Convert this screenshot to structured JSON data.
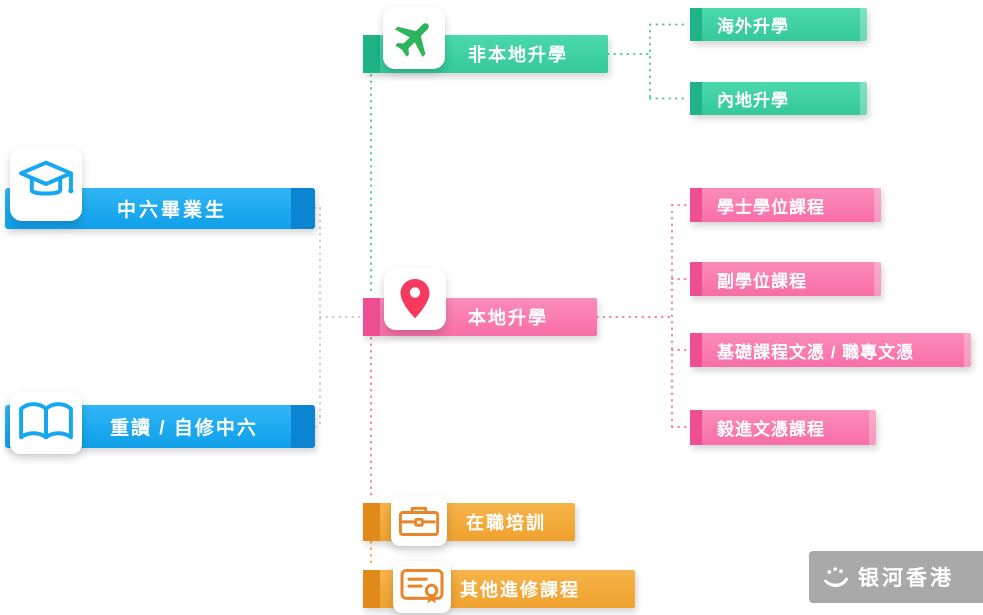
{
  "left": {
    "s6": {
      "label": "中六畢業生"
    },
    "repeat": {
      "label": "重讀 / 自修中六"
    }
  },
  "mid": {
    "nonlocal": {
      "label": "非本地升學"
    },
    "local": {
      "label": "本地升學"
    },
    "training": {
      "label": "在職培訓"
    },
    "other": {
      "label": "其他進修課程"
    }
  },
  "right": {
    "overseas": {
      "label": "海外升學"
    },
    "mainland": {
      "label": "內地升學"
    },
    "bachelor": {
      "label": "學士學位課程"
    },
    "subdegree": {
      "label": "副學位課程"
    },
    "foundation": {
      "label": "基礎課程文憑 / 職專文憑"
    },
    "yijin": {
      "label": "毅進文憑課程"
    }
  },
  "watermark": {
    "text": "银河香港"
  },
  "icons": {
    "s6": "graduation-cap-icon",
    "repeat": "open-book-icon",
    "nonlocal": "airplane-icon",
    "local": "location-pin-icon",
    "training": "briefcase-icon",
    "other": "certificate-icon",
    "watermark": "hand-logo-icon"
  },
  "colors": {
    "blue": "#17a7f2",
    "green": "#3ecfa2",
    "pink": "#f97fb2",
    "orange": "#f3ab3f",
    "pin_red": "#f5395f",
    "plane_green": "#2eb45c",
    "gray_connector": "#c3c8cd"
  }
}
